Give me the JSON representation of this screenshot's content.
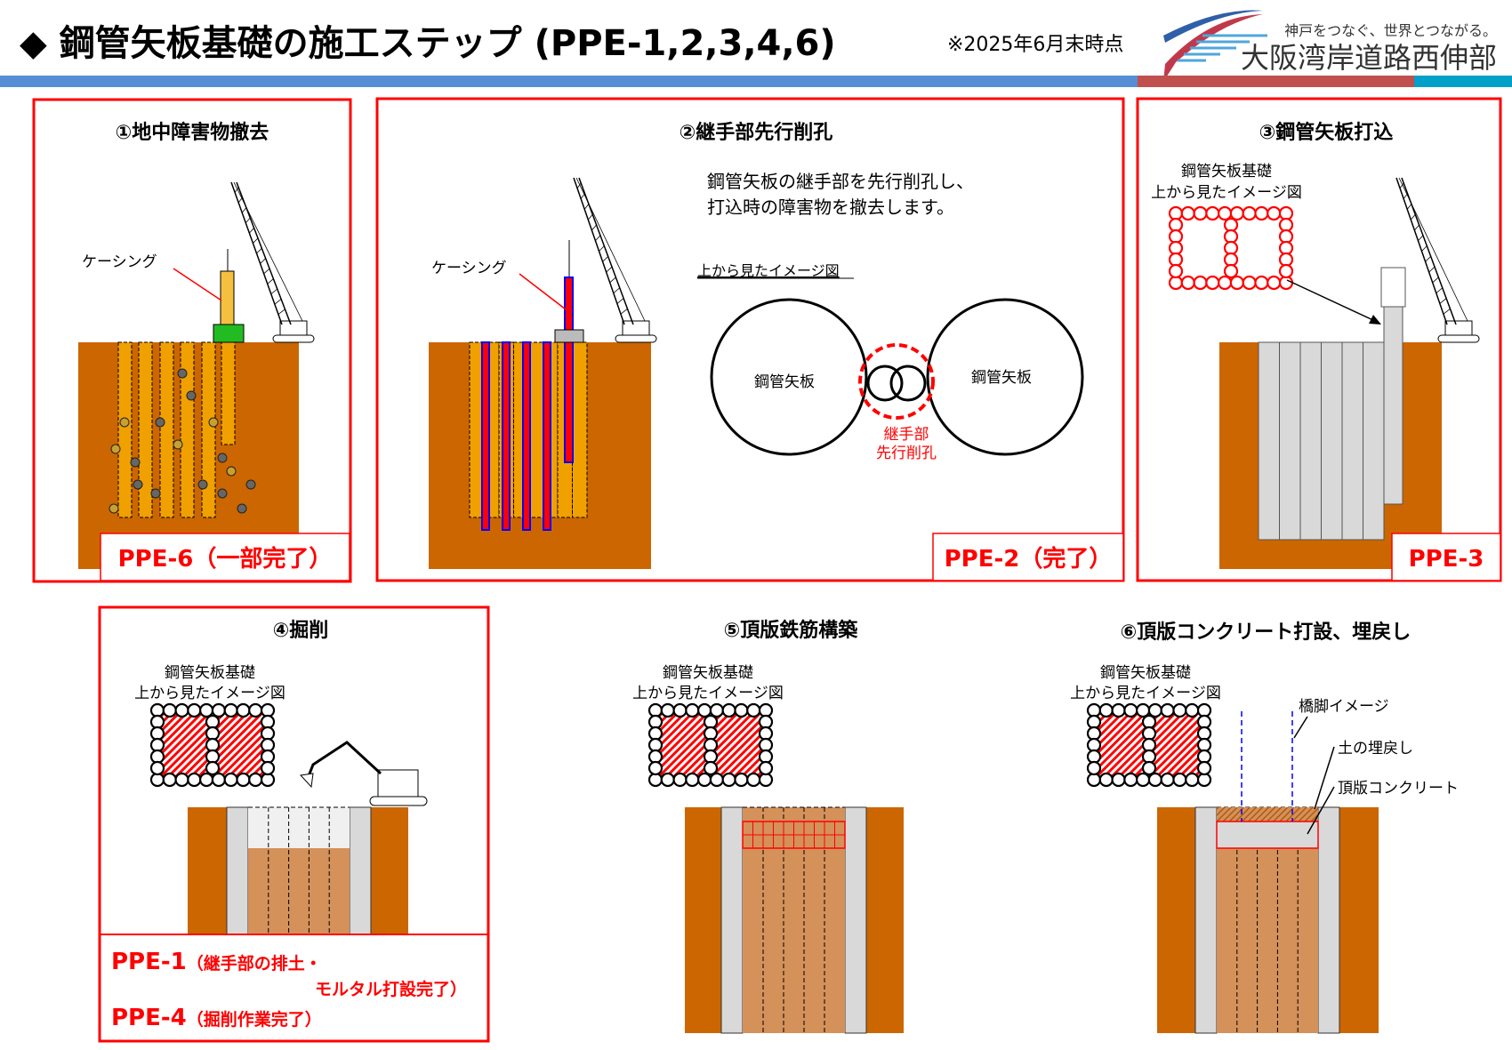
{
  "header": {
    "title": "◆ 鋼管矢板基礎の施工ステップ (PPE-1,2,3,4,6)",
    "as_of": "※2025年6月末時点",
    "logo_tagline": "神戸をつなぐ、世界とつながる。",
    "logo_name": "大阪湾岸道路西伸部",
    "bar_colors": [
      "#558ED5",
      "#C0504D",
      "#00A0C8"
    ]
  },
  "colors": {
    "soil": "#CC6600",
    "pipe": "#D9D9D9",
    "excavated": "#D4915A",
    "status": "#FF0000"
  },
  "steps": [
    {
      "title": "①地中障害物撤去",
      "casing_label": "ケーシング",
      "status": "PPE-6（一部完了）"
    },
    {
      "title": "②継手部先行削孔",
      "casing_label": "ケーシング",
      "description": [
        "鋼管矢板の継手部を先行削孔し、",
        "打込時の障害物を撤去します。"
      ],
      "plan_view_caption": "上から見たイメージ図",
      "pipe_label_left": "鋼管矢板",
      "pipe_label_right": "鋼管矢板",
      "joint_label": [
        "継手部",
        "先行削孔"
      ],
      "status": "PPE-2（完了）"
    },
    {
      "title": "③鋼管矢板打込",
      "plan_caption": [
        "鋼管矢板基礎",
        "上から見たイメージ図"
      ],
      "status": "PPE-3"
    },
    {
      "title": "④掘削",
      "plan_caption": [
        "鋼管矢板基礎",
        "上から見たイメージ図"
      ],
      "status_lines": [
        {
          "code": "PPE-1",
          "note": "（継手部の排土・"
        },
        {
          "note": "モルタル打設完了）"
        },
        {
          "code": "PPE-4",
          "note": "（掘削作業完了）"
        }
      ]
    },
    {
      "title": "⑤頂版鉄筋構築",
      "plan_caption": [
        "鋼管矢板基礎",
        "上から見たイメージ図"
      ]
    },
    {
      "title": "⑥頂版コンクリート打設、埋戻し",
      "plan_caption": [
        "鋼管矢板基礎",
        "上から見たイメージ図"
      ],
      "callouts": [
        "橋脚イメージ",
        "土の埋戻し",
        "頂版コンクリート"
      ]
    }
  ]
}
